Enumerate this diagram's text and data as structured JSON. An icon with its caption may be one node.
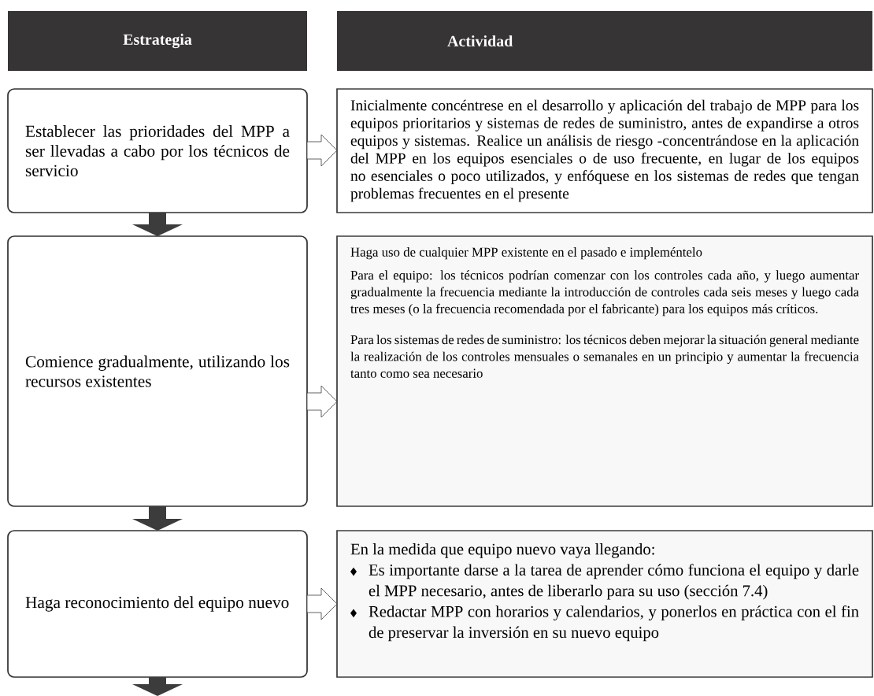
{
  "diagram": {
    "nodes": [
      {
        "text": [
          "Estrategia"
        ]
      },
      {
        "text": [
          "Actividad"
        ]
      },
      {
        "text": [
          "Establecer las prioridades del MPP a ser llevadas a cabo por los técnicos de servicio"
        ]
      },
      {
        "text": [
          "Inicialmente concéntrese en el desarrollo y aplicación del trabajo de MPP para los equipos prioritarios y sistemas de redes de suministro, antes de expandirse a otros equipos y sistemas. Realice un análisis de riesgo -concentrándose en la aplicación del MPP en los equipos esenciales o de uso frecuente, en lugar de los equipos no esenciales o poco utilizados, y enfóquese en los sistemas de redes que tengan problemas frecuentes en el presente"
        ]
      },
      {
        "text": [
          "Comience gradualmente, utilizando los recursos existentes"
        ]
      },
      {
        "text": [
          "Haga uso de cualquier MPP existente en el pasado e impleméntelo",
          "Para el equipo: los técnicos podrían comenzar con los controles cada año, y luego aumentar gradualmente la frecuencia mediante la introducción de controles cada seis meses y luego cada tres meses (o la frecuencia recomendada por el fabricante) para los equipos más críticos.",
          "Para los sistemas de redes de suministro: los técnicos deben mejorar la situación general mediante la realización de los controles mensuales o semanales en un principio y aumentar la frecuencia tanto como sea necesario"
        ]
      },
      {
        "text": [
          "Haga reconocimiento del equipo nuevo"
        ]
      },
      {
        "text": [
          "En la medida que equipo nuevo vaya llegando:",
          "Es importante darse a la tarea de aprender cómo funciona el equipo y darle el MPP necesario, antes de liberarlo para su uso (sección 7.4)",
          "Redactar MPP con horarios y calendarios, y ponerlos en práctica con el fin de preservar la inversión en su nuevo equipo"
        ]
      }
    ],
    "edges": [
      {
        "from": 2,
        "to": 3,
        "arrow": "to"
      },
      {
        "from": 4,
        "to": 5,
        "arrow": "to"
      },
      {
        "from": 6,
        "to": 7,
        "arrow": "to"
      },
      {
        "from": 2,
        "to": 4,
        "arrow": "to"
      },
      {
        "from": 4,
        "to": 6,
        "arrow": "to"
      },
      {
        "from": 6,
        "to": null,
        "arrow": "to"
      }
    ]
  }
}
